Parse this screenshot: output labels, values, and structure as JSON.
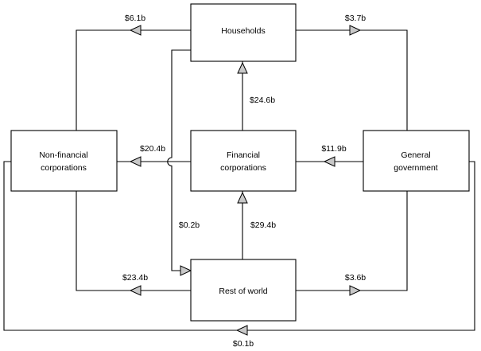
{
  "diagram": {
    "type": "flow-diagram",
    "title": "",
    "colors": {
      "background": "#ffffff",
      "line": "#000000",
      "arrow_fill": "#c8c8c8",
      "node_fill": "#ffffff",
      "node_stroke": "#000000"
    },
    "nodes": [
      {
        "id": "households",
        "label_line1": "Households",
        "label_line2": ""
      },
      {
        "id": "non-financial-corporations",
        "label_line1": "Non-financial",
        "label_line2": "corporations"
      },
      {
        "id": "financial-corporations",
        "label_line1": "Financial",
        "label_line2": "corporations"
      },
      {
        "id": "general-government",
        "label_line1": "General",
        "label_line2": "government"
      },
      {
        "id": "rest-of-world",
        "label_line1": "Rest of world",
        "label_line2": ""
      }
    ],
    "flows": [
      {
        "id": "hh-to-nfc",
        "label": "$6.1b",
        "from": "households",
        "to": "non-financial-corporations"
      },
      {
        "id": "hh-to-gg",
        "label": "$3.7b",
        "from": "households",
        "to": "general-government"
      },
      {
        "id": "fc-to-hh",
        "label": "$24.6b",
        "from": "financial-corporations",
        "to": "households"
      },
      {
        "id": "fc-to-nfc",
        "label": "$20.4b",
        "from": "financial-corporations",
        "to": "non-financial-corporations"
      },
      {
        "id": "gg-to-fc",
        "label": "$11.9b",
        "from": "general-government",
        "to": "financial-corporations"
      },
      {
        "id": "hh-to-row",
        "label": "$0.2b",
        "from": "households",
        "to": "rest-of-world"
      },
      {
        "id": "row-to-fc",
        "label": "$29.4b",
        "from": "rest-of-world",
        "to": "financial-corporations"
      },
      {
        "id": "row-to-nfc",
        "label": "$23.4b",
        "from": "rest-of-world",
        "to": "non-financial-corporations"
      },
      {
        "id": "row-to-gg",
        "label": "$3.6b",
        "from": "rest-of-world",
        "to": "general-government"
      },
      {
        "id": "gg-to-nfc",
        "label": "$0.1b",
        "from": "general-government",
        "to": "non-financial-corporations"
      }
    ]
  }
}
